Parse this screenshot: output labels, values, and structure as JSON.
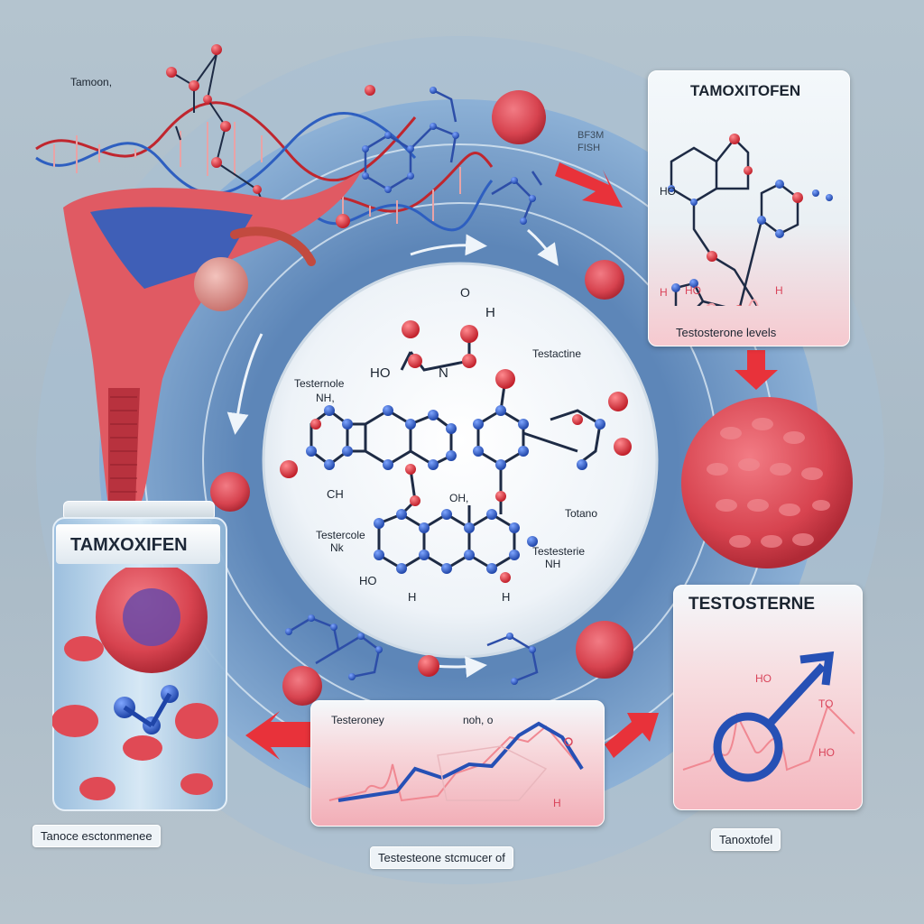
{
  "labels": {
    "top_left_note": "Tamoon,",
    "top_center_note_line1": "BF3M",
    "top_center_note_line2": "FISH",
    "center_left_top": "Testernole",
    "center_left_nh": "NH,",
    "center_right_top": "Testactine",
    "center_ho_top": "HO",
    "center_n": "N",
    "center_o_top": "O",
    "center_h_top": "H",
    "center_ch": "CH",
    "center_oh_mid": "OH,",
    "center_right_mid": "Totano",
    "center_left_bottom_line1": "Testercole",
    "center_left_bottom_line2": "Nk",
    "center_right_bottom_line1": "Testesterie",
    "center_right_bottom_line2": "NH",
    "center_ho_bottom": "HO",
    "center_h_bottom_left": "H",
    "center_h_bottom_right": "H"
  },
  "panels": {
    "top_right": {
      "title": "TAMOXITOFEN",
      "caption": "Testosterone levels",
      "ho": "HO",
      "h_left": "H",
      "ho_mid": "HO",
      "h_right": "H"
    },
    "bottom_right": {
      "title": "TESTOSTERNE",
      "ho_label": "HO",
      "to_label": "TO",
      "ho_bottom": "HO"
    },
    "bottom_center": {
      "title": "Testeroney",
      "note": "noh, o",
      "h_label": "H"
    },
    "bottle": {
      "label": "TAMXOXIFEN"
    }
  },
  "captions": {
    "bottom_left": "Tanoce esctonmenee",
    "bottom_center": "Testesteone stcmucer of",
    "bottom_right": "Tanoxtofel"
  },
  "colors": {
    "oxygen": "#d8232a",
    "carbon": "#2a55b8",
    "bond": "#1e2b45",
    "tissue": "#e05a63",
    "arrow": "#e8323a"
  }
}
